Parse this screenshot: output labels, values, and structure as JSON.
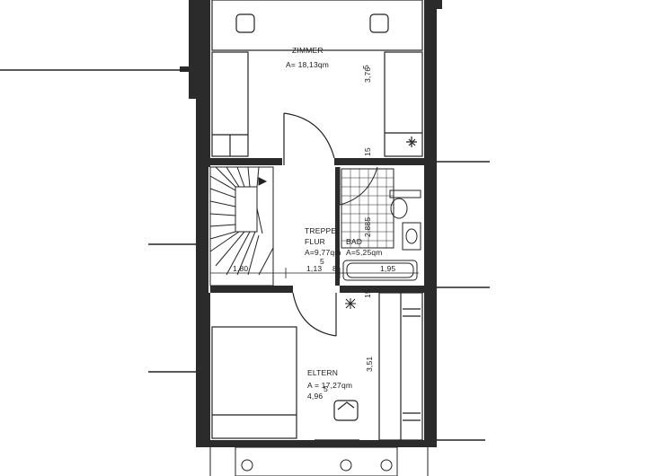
{
  "rooms": {
    "zimmer": {
      "name": "ZIMMER",
      "area": "A= 18,13qm",
      "dim_height": "3,76",
      "dim_note": "5"
    },
    "treppe_flur": {
      "name_line1": "TREPPE",
      "name_line2": "FLUR",
      "area": "A=9,77qm"
    },
    "bad": {
      "name": "BAD",
      "area": "A=5,25qm",
      "dim_vertical": "2,885"
    },
    "eltern": {
      "name": "ELTERN",
      "area": "A = 17,27qm",
      "dim_width": "4,96",
      "dim_width_note": "5",
      "dim_height": "3,51"
    }
  },
  "dimensions": {
    "stair_width": "1,80",
    "flur_width": "1,13",
    "flur_width_note": "5",
    "flur_width_suffix": "8",
    "bad_width": "1,95",
    "wall_upper": "15",
    "wall_lower": "15"
  },
  "colors": {
    "wall": "#2b2b2b",
    "line": "#222222",
    "paper": "#ffffff"
  }
}
